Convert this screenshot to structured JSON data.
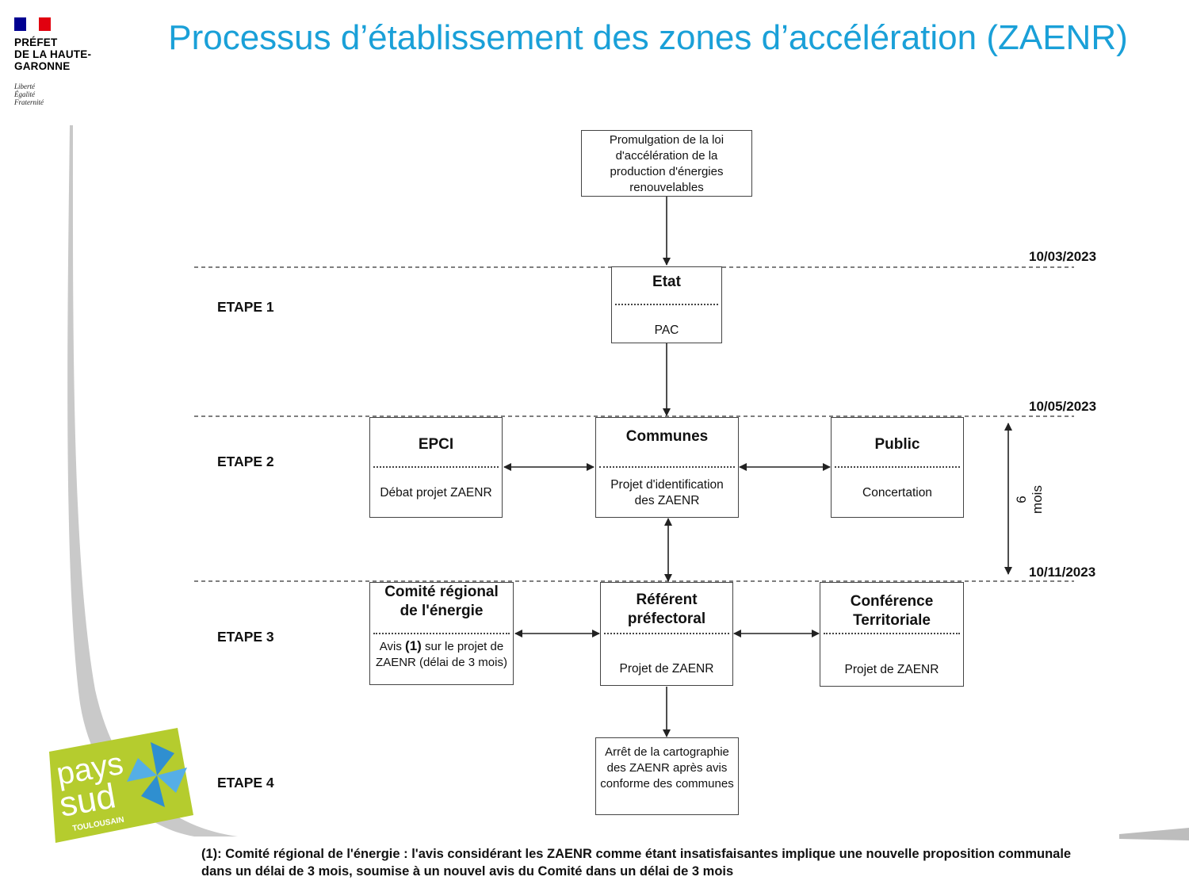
{
  "header": {
    "prefecture": "PRÉFET\nDE LA HAUTE-\nGARONNE",
    "motto": "Liberté\nÉgalité\nFraternité",
    "title": "Processus d’établissement des zones d’accélération (ZAENR)"
  },
  "diagram": {
    "top_box": "Promulgation de la loi d'accélération de la production d'énergies renouvelables",
    "dates": {
      "d1": "10/03/2023",
      "d2": "10/05/2023",
      "d3": "10/11/2023"
    },
    "duration": "6 mois",
    "stages": {
      "s1": "ETAPE 1",
      "s2": "ETAPE 2",
      "s3": "ETAPE 3",
      "s4": "ETAPE 4"
    },
    "etat": {
      "title": "Etat",
      "sub": "PAC"
    },
    "epci": {
      "title": "EPCI",
      "sub": "Débat projet ZAENR"
    },
    "communes": {
      "title": "Communes",
      "sub": "Projet d'identification des ZAENR"
    },
    "public": {
      "title": "Public",
      "sub": "Concertation"
    },
    "comite": {
      "title": "Comité régional de l'énergie",
      "sub_before": "Avis ",
      "sub_bold": "(1)",
      "sub_after": " sur le projet de ZAENR (délai de 3 mois)"
    },
    "referent": {
      "title": "Référent préfectoral",
      "sub": "Projet de ZAENR"
    },
    "conference": {
      "title": "Conférence Territoriale",
      "sub": "Projet de ZAENR"
    },
    "final_box": "Arrêt de la cartographie des ZAENR après avis conforme des communes"
  },
  "footnote": "(1): Comité régional de l'énergie : l'avis considérant les ZAENR comme étant insatisfaisantes implique une nouvelle proposition communale dans un délai de 3 mois, soumise à un nouvel avis du Comité dans un délai de 3 mois",
  "pays_logo": {
    "line1": "pays",
    "line2": "sud",
    "line3": "TOULOUSAIN"
  },
  "colors": {
    "title": "#1aa0d8",
    "logo_green": "#b5cc2e",
    "logo_blue": "#2f8fd0"
  }
}
